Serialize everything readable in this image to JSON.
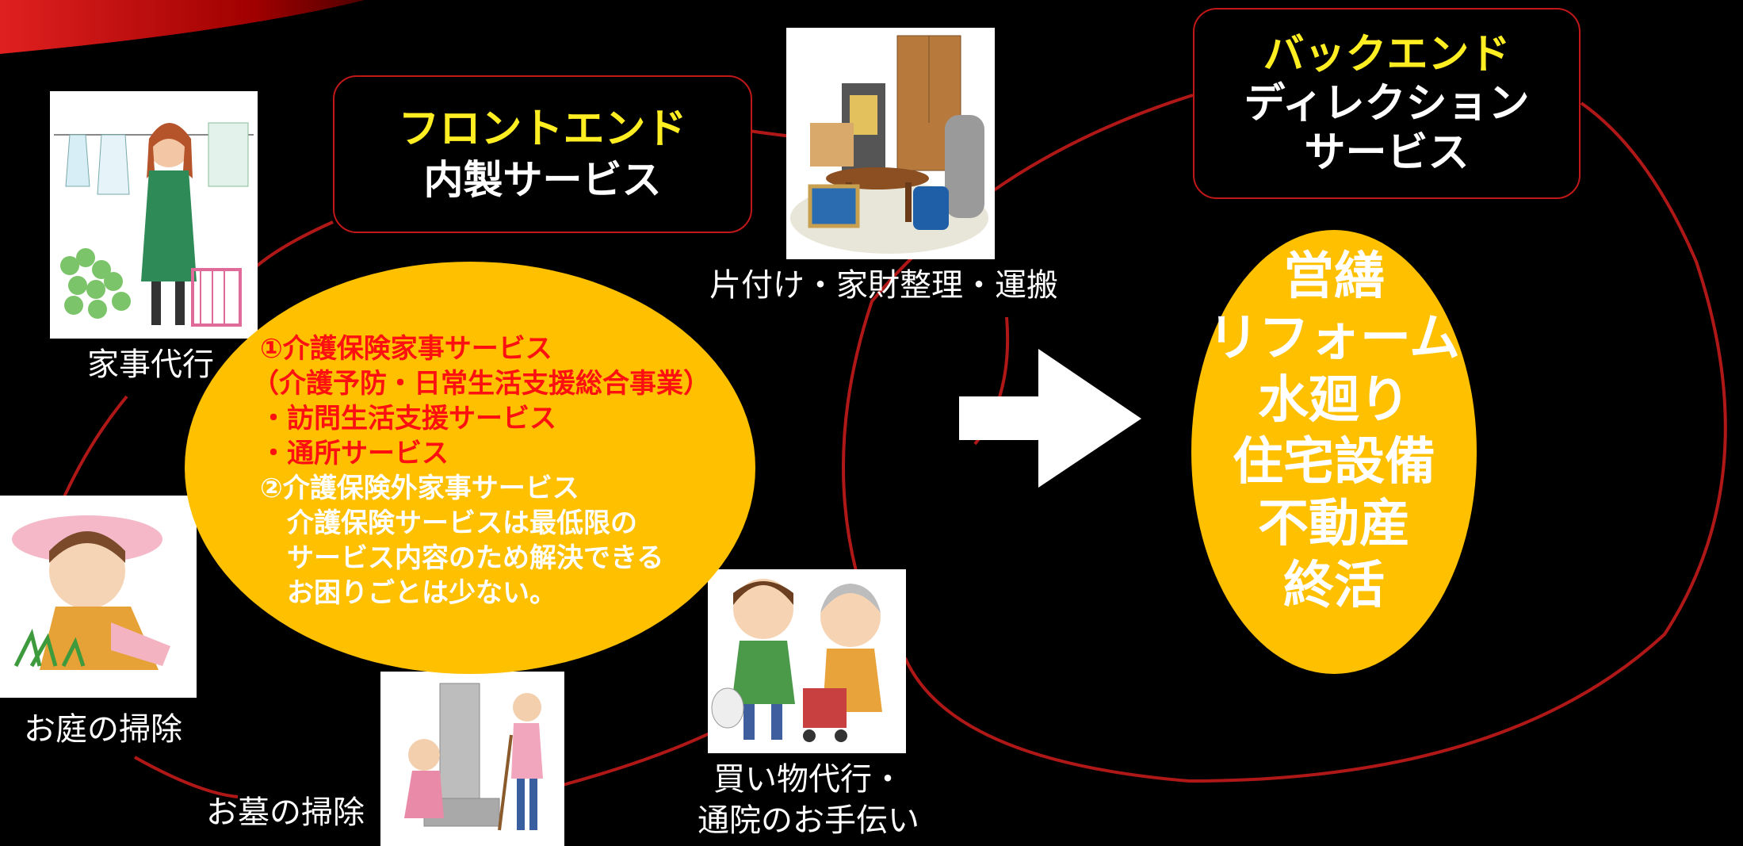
{
  "colors": {
    "background": "#000000",
    "accent_red": "#c01818",
    "ellipse_yellow": "#ffc000",
    "title_yellow": "#ffee22",
    "list_red": "#ff1010"
  },
  "front_box": {
    "title": "フロントエンド",
    "subtitle": "内製サービス"
  },
  "back_box": {
    "title": "バックエンド",
    "line2": "ディレクション",
    "line3": "サービス"
  },
  "front_ellipse": {
    "lines": [
      "①介護保険家事サービス",
      "（介護予防・日常生活支援総合事業）",
      "・訪問生活支援サービス",
      "・通所サービス",
      "②介護保険外家事サービス",
      "介護保険サービスは最低限の",
      "サービス内容のため解決できる",
      "お困りごとは少ない。"
    ]
  },
  "back_circle": {
    "items": [
      "営繕",
      "リフォーム",
      "水廻り",
      "住宅設備",
      "不動産",
      "終活"
    ]
  },
  "services": {
    "housework": "家事代行",
    "tidying": "片付け・家財整理・運搬",
    "garden": "お庭の掃除",
    "grave": "お墓の掃除",
    "shopping_line1": "買い物代行・",
    "shopping_line2": "通院のお手伝い"
  },
  "arrow_icon": "right-arrow-icon"
}
